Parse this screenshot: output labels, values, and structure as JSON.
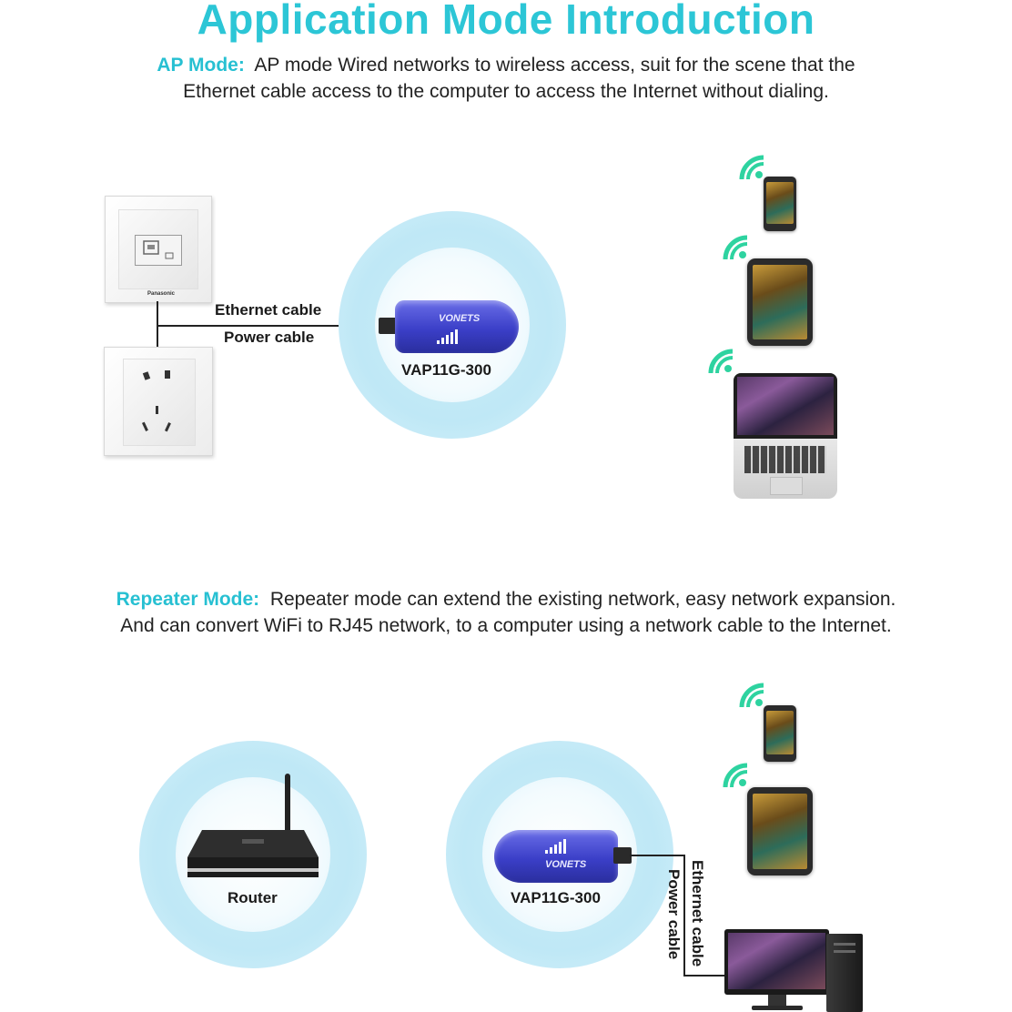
{
  "title": "Application Mode Introduction",
  "ap_mode": {
    "lead": "AP Mode:",
    "text_line1": "AP mode Wired networks to wireless access, suit for the scene that the",
    "text_line2": "Ethernet cable access to the computer to access the Internet without dialing.",
    "ethernet_label": "Ethernet cable",
    "power_label": "Power cable",
    "device_label": "VAP11G-300",
    "device_brand": "VONETS"
  },
  "repeater_mode": {
    "lead": "Repeater Mode:",
    "text_line1": "Repeater mode can extend the existing network, easy network expansion.",
    "text_line2": "And can convert WiFi to RJ45 network, to a computer using a network cable to the Internet.",
    "router_label": "Router",
    "device_label": "VAP11G-300",
    "device_brand": "VONETS",
    "ethernet_label": "Ethernet cable",
    "power_label": "Power cable"
  },
  "colors": {
    "accent": "#2cc6d6",
    "wifi_green": "#2ed3a0",
    "adapter_blue": "#3b3fc8",
    "halo_blue": "#bfe8f6"
  },
  "icons": [
    "wifi-icon",
    "ethernet-socket-icon",
    "power-socket-icon",
    "phone-icon",
    "tablet-icon",
    "laptop-icon",
    "router-icon",
    "desktop-pc-icon",
    "wifi-adapter-icon"
  ]
}
